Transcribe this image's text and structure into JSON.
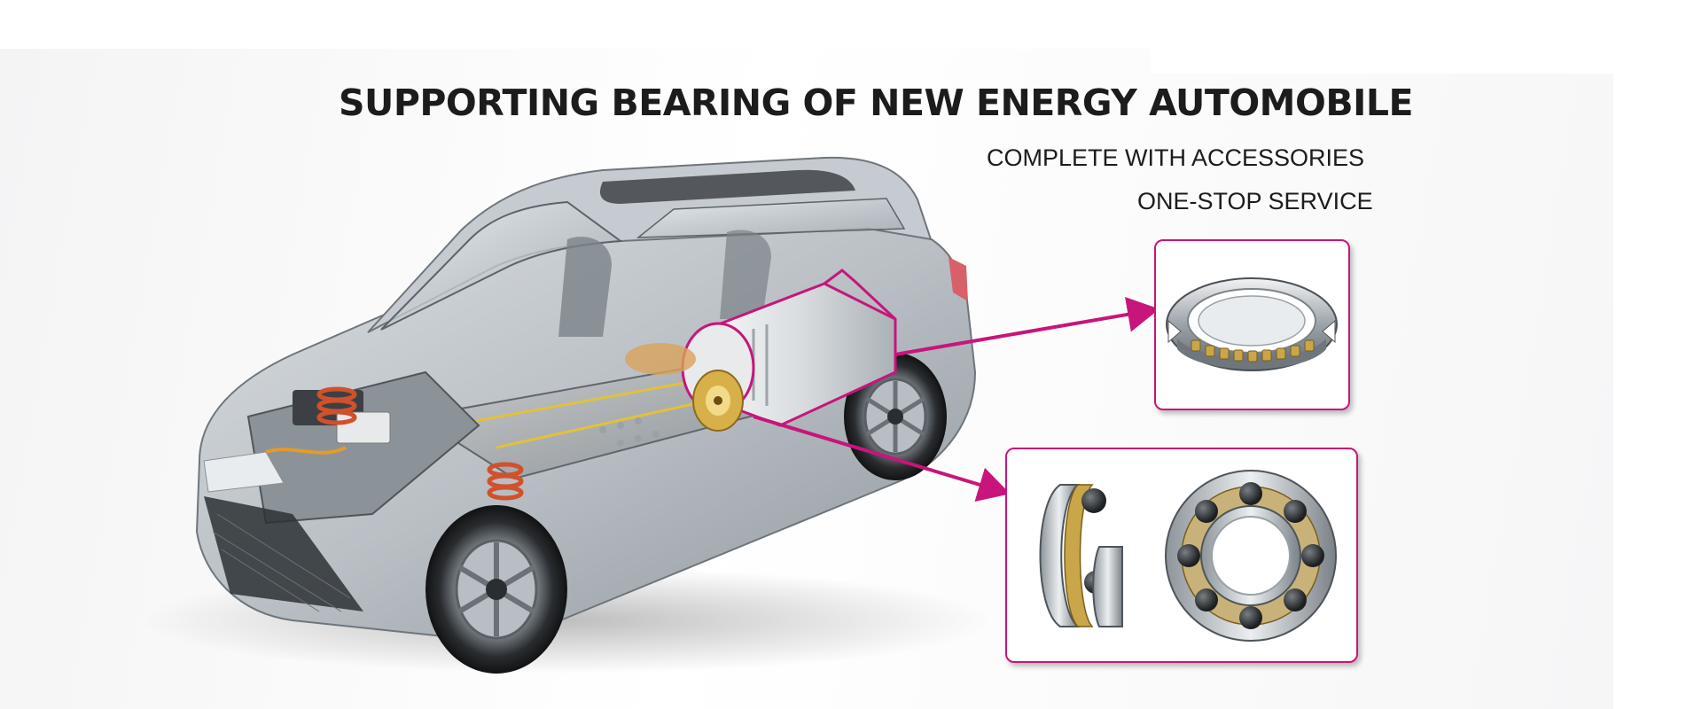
{
  "banner": {
    "title": "SUPPORTING BEARING OF NEW ENERGY AUTOMOBILE",
    "subtitle_1": "COMPLETE WITH ACCESSORIES",
    "subtitle_2": "ONE-STOP SERVICE"
  },
  "colors": {
    "accent_magenta": "#c8157b",
    "text_dark": "#1c1c1c",
    "background": "#f4f4f5"
  },
  "illustration": {
    "subject": "electric-car-cutaway",
    "highlighted_part": "electric-motor",
    "callouts": [
      {
        "icon": "crossed-roller-bearing-icon"
      },
      {
        "icon": "deep-groove-ball-bearing-icon"
      }
    ]
  }
}
